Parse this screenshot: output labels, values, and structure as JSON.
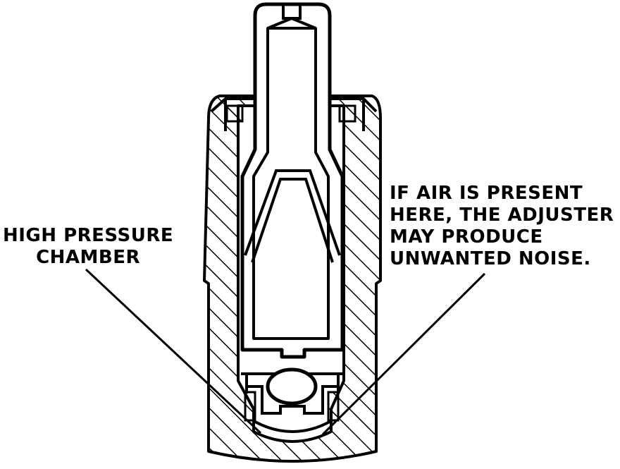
{
  "labels": {
    "high_pressure_chamber": [
      "HIGH PRESSURE",
      "CHAMBER"
    ],
    "air_warning": [
      "IF AIR IS PRESENT",
      "HERE, THE ADJUSTER",
      "MAY PRODUCE",
      "UNWANTED NOISE."
    ]
  },
  "colors": {
    "ink": "#000000",
    "paper": "#ffffff"
  }
}
